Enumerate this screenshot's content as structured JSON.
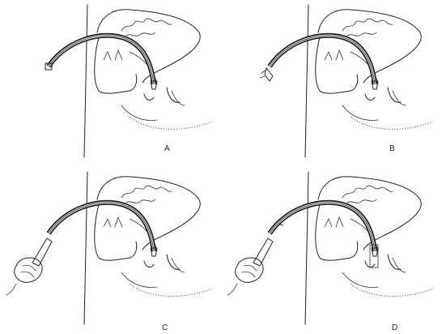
{
  "figure": {
    "panels": [
      {
        "id": "A",
        "label": "A",
        "variant": "tube"
      },
      {
        "id": "B",
        "label": "B",
        "variant": "tube-tip"
      },
      {
        "id": "C",
        "label": "C",
        "variant": "tube-hand"
      },
      {
        "id": "D",
        "label": "D",
        "variant": "tube-hand-sheath"
      }
    ],
    "colors": {
      "ink": "#222222",
      "background": "#ffffff"
    }
  }
}
